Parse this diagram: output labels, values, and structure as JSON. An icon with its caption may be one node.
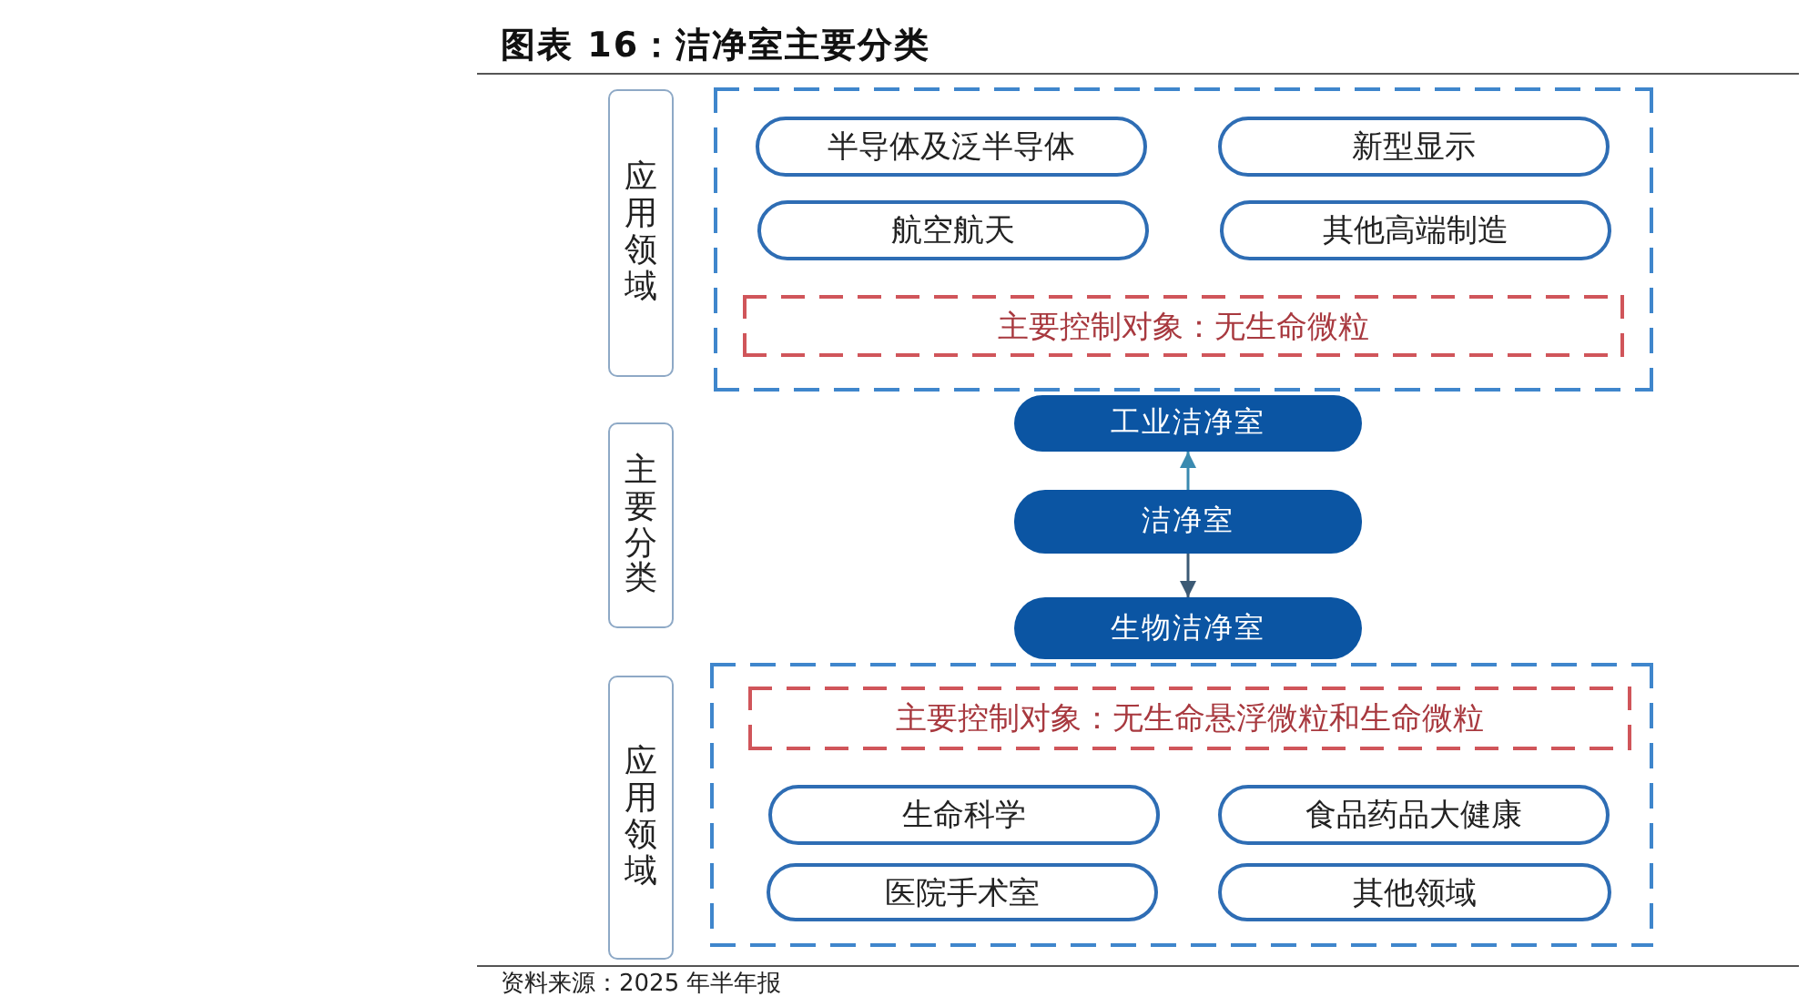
{
  "diagram": {
    "title": "图表 16：洁净室主要分类",
    "caption": "资料来源：2025 年半年报",
    "nodes": [
      {
        "text": [
          "应用领域"
        ]
      },
      {
        "text": [],
        "shape": "box"
      },
      {
        "text": [
          "半导体及泛半导体"
        ],
        "in": 1
      },
      {
        "text": [
          "新型显示"
        ],
        "in": 1
      },
      {
        "text": [
          "航空航天"
        ],
        "in": 1
      },
      {
        "text": [
          "其他高端制造"
        ],
        "in": 1
      },
      {
        "text": [
          "主要控制对象：无生命微粒"
        ],
        "in": 1
      },
      {
        "text": [
          "主要分类"
        ]
      },
      {
        "text": [
          "工业洁净室"
        ]
      },
      {
        "text": [
          "洁净室"
        ]
      },
      {
        "text": [
          "生物洁净室"
        ]
      },
      {
        "text": [
          "应用领域"
        ]
      },
      {
        "text": [],
        "shape": "box"
      },
      {
        "text": [
          "主要控制对象：无生命悬浮微粒和生命微粒"
        ],
        "in": 12
      },
      {
        "text": [
          "生命科学"
        ],
        "in": 12
      },
      {
        "text": [
          "食品药品大健康"
        ],
        "in": 12
      },
      {
        "text": [
          "医院手术室"
        ],
        "in": 12
      },
      {
        "text": [
          "其他领域"
        ],
        "in": 12
      }
    ],
    "edges": [
      {
        "from": 9,
        "to": 8,
        "arrow": "to",
        "color": "#3a8ab0"
      },
      {
        "from": 9,
        "to": 10,
        "arrow": "to",
        "color": "#3c5a75"
      }
    ]
  }
}
